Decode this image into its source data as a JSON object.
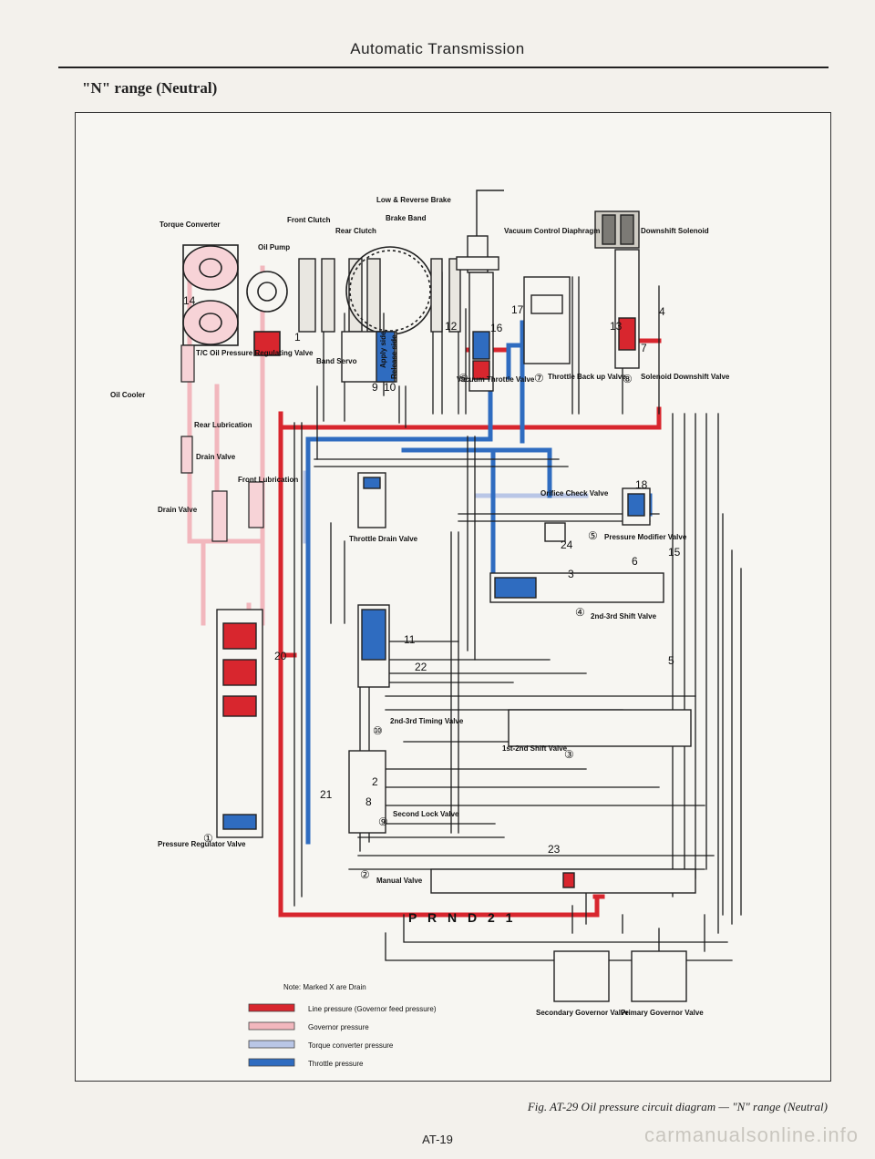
{
  "page": {
    "header": "Automatic Transmission",
    "section_title": "\"N\" range (Neutral)",
    "caption": "Fig. AT-29 Oil pressure circuit diagram — \"N\" range (Neutral)",
    "page_number": "AT-19",
    "watermark": "carmanualsonline.info"
  },
  "diagram": {
    "components": {
      "torque_converter": "Torque Converter",
      "oil_pump": "Oil Pump",
      "front_clutch": "Front Clutch",
      "rear_clutch": "Rear Clutch",
      "low_reverse_brake": "Low & Reverse Brake",
      "brake_band": "Brake Band",
      "vacuum_control": "Vacuum Control Diaphragm",
      "downshift_solenoid": "Downshift Solenoid",
      "tc_regulating": "T/C Oil Pressure Regulating Valve",
      "oil_cooler": "Oil Cooler",
      "rear_lubrication": "Rear Lubrication",
      "drain_valve_small": "Drain Valve",
      "front_lubrication": "Front Lubrication",
      "drain_valve": "Drain Valve",
      "band_servo": "Band Servo",
      "apply_side": "Apply side",
      "release_side": "Release side",
      "vacuum_throttle": "Vacuum Throttle Valve",
      "throttle_backup": "Throttle Back up Valve",
      "solenoid_downshift": "Solenoid Downshift Valve",
      "throttle_drain": "Throttle Drain Valve",
      "orifice_check": "Orifice Check Valve",
      "pressure_modifier": "Pressure Modifier Valve",
      "shift_2_3": "2nd-3rd Shift Valve",
      "timing_2_3": "2nd-3rd Timing Valve",
      "shift_1_2": "1st-2nd Shift Valve",
      "second_lock": "Second Lock Valve",
      "pressure_regulator": "Pressure Regulator Valve",
      "manual_valve": "Manual Valve",
      "secondary_governor": "Secondary Governor Valve",
      "primary_governor": "Primary Governor Valve"
    },
    "valve_numbers": [
      "①",
      "②",
      "③",
      "④",
      "⑤",
      "⑥",
      "⑦",
      "⑧",
      "⑨",
      "⑩"
    ],
    "selector": "P R N D 2 1",
    "note": "Note: Marked X are Drain",
    "legend": [
      {
        "label": "Line pressure (Governor feed pressure)",
        "color": "#d8262e"
      },
      {
        "label": "Governor pressure",
        "color": "#f2b7bd"
      },
      {
        "label": "Torque converter pressure",
        "color": "#b9c6e6"
      },
      {
        "label": "Throttle pressure",
        "color": "#2f6cc0"
      }
    ],
    "line_numbers": [
      "14",
      "16",
      "17",
      "4",
      "13",
      "7",
      "12",
      "9",
      "10",
      "18",
      "24",
      "15",
      "6",
      "3",
      "2",
      "5",
      "8",
      "20",
      "21",
      "22",
      "23",
      "11",
      "1"
    ]
  }
}
